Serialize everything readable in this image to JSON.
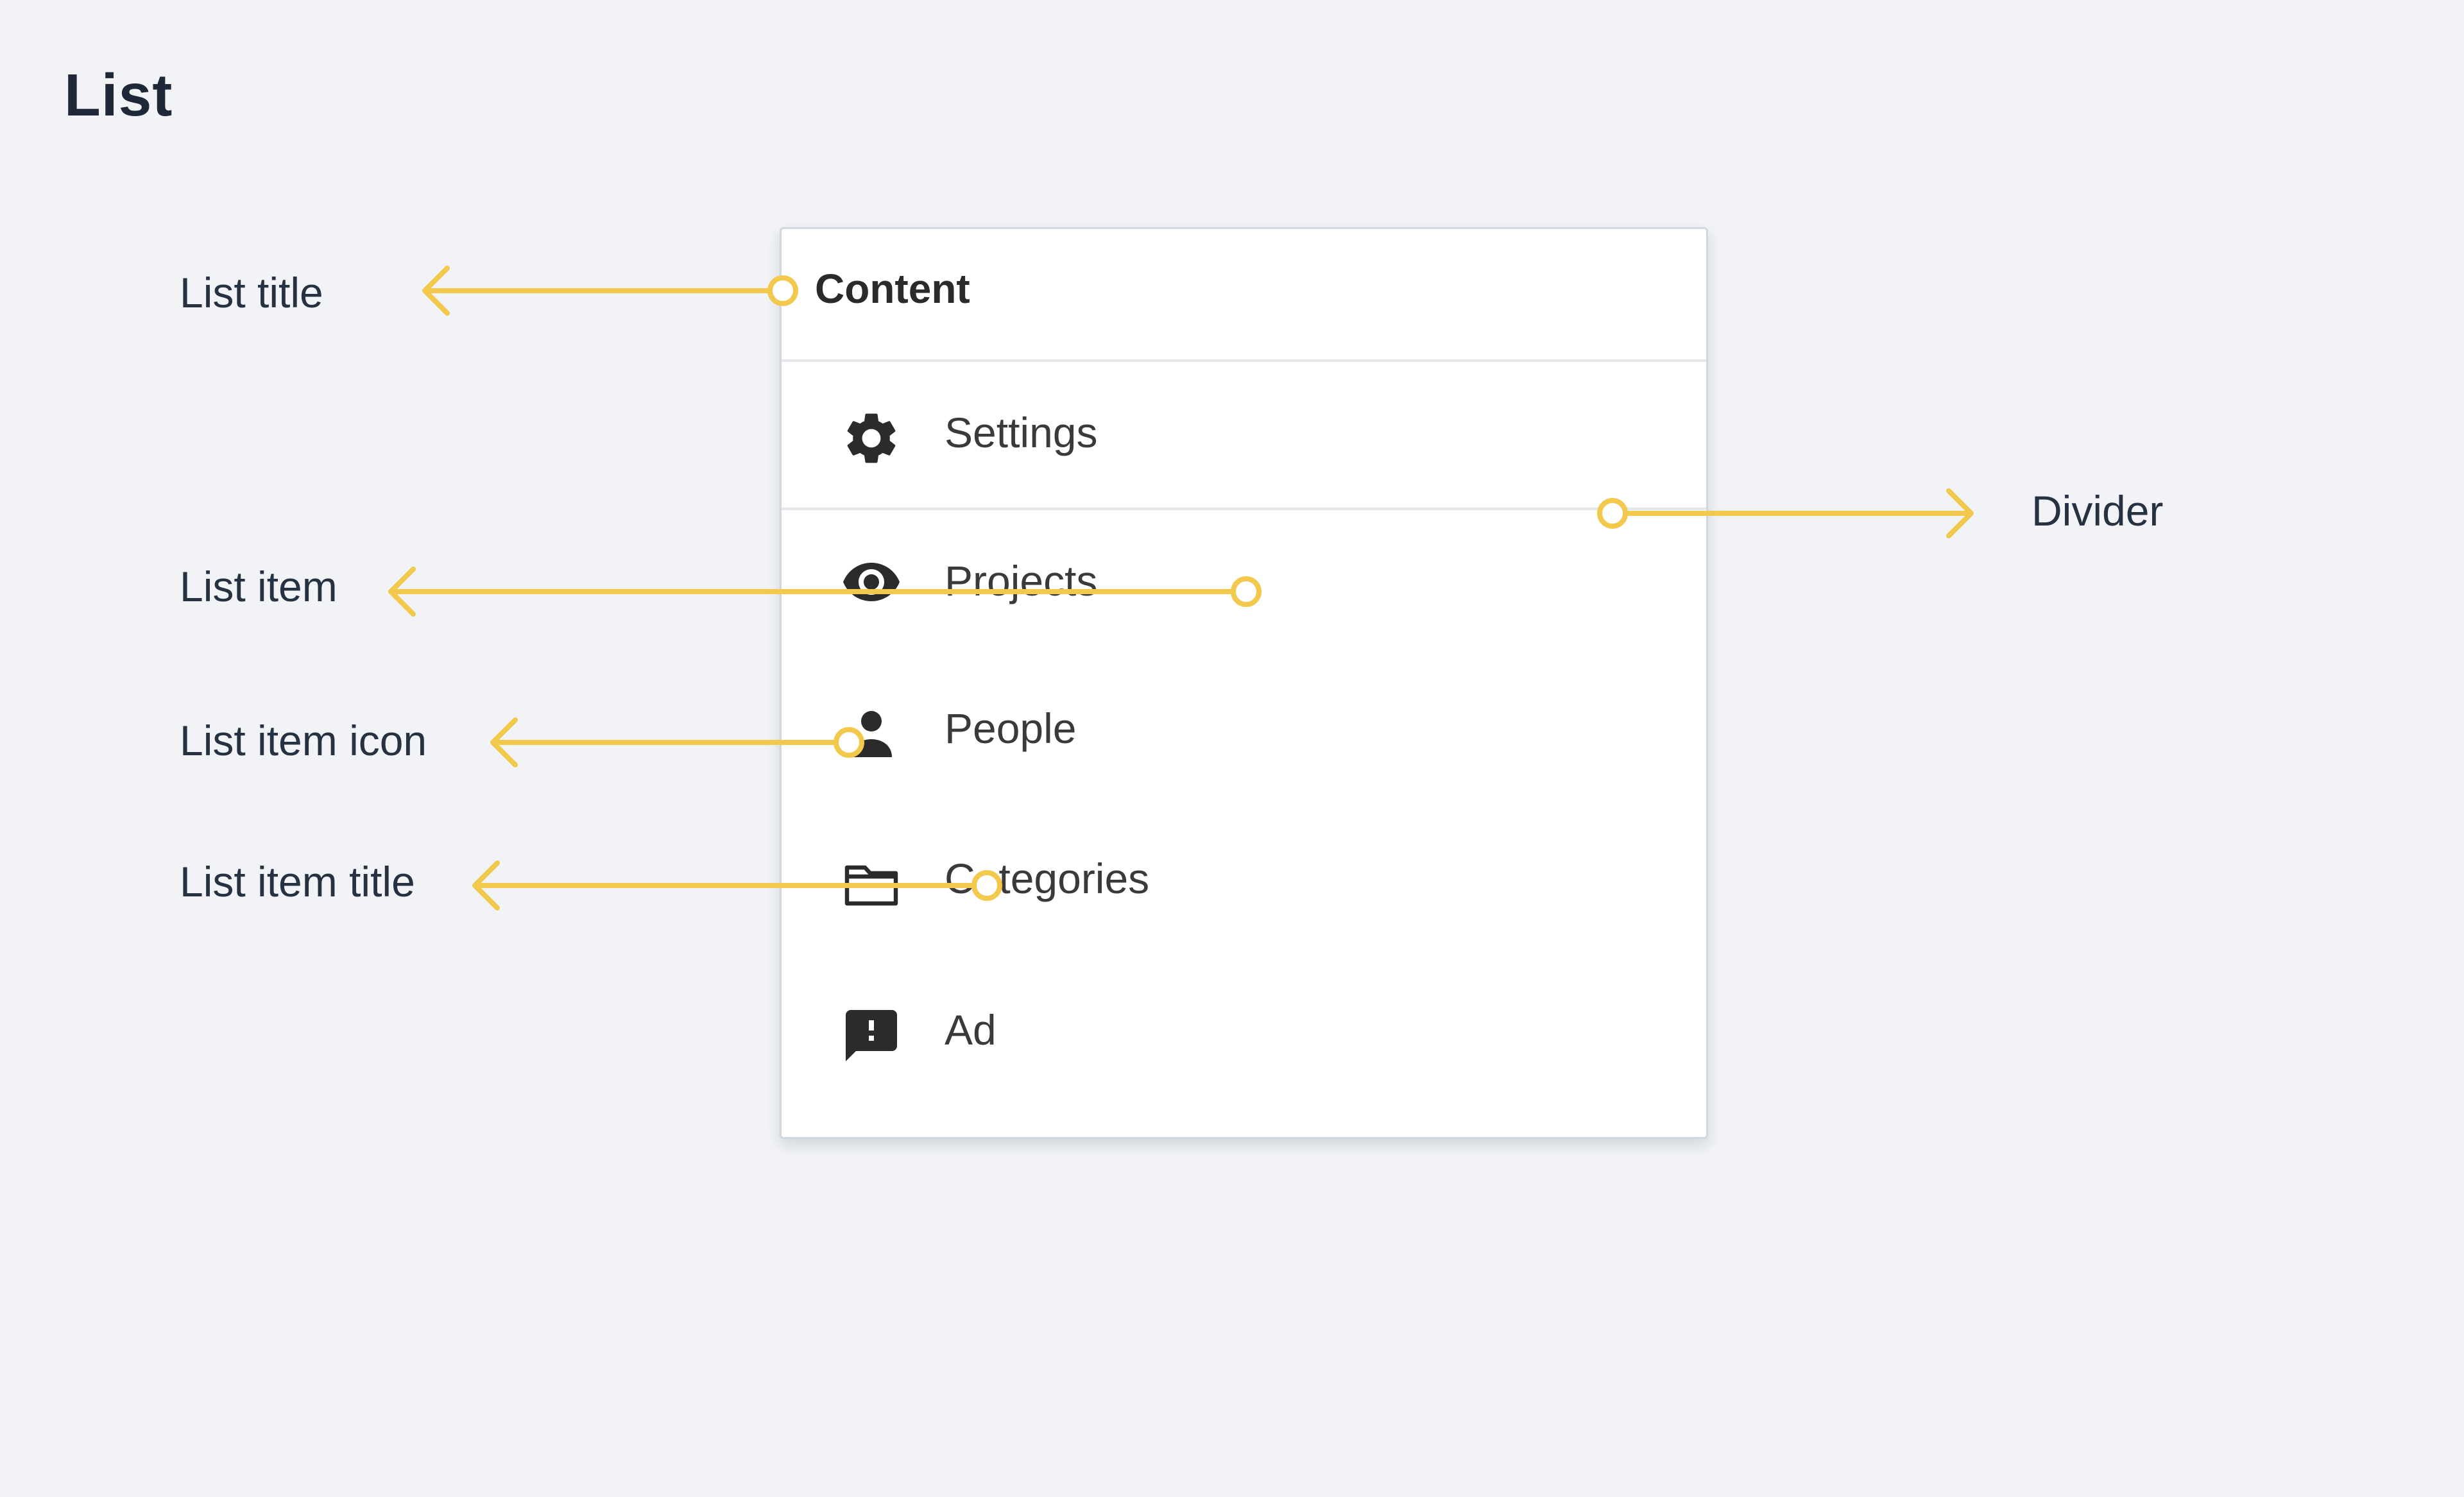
{
  "page": {
    "title": "List"
  },
  "list": {
    "title": "Content",
    "items": [
      {
        "label": "Settings",
        "icon": "gear-icon"
      },
      {
        "label": "Projects",
        "icon": "eye-icon"
      },
      {
        "label": "People",
        "icon": "person-icon"
      },
      {
        "label": "Categories",
        "icon": "folder-icon"
      },
      {
        "label": "Ad",
        "icon": "feedback-icon"
      }
    ]
  },
  "annotations": {
    "list_title": "List title",
    "list_item": "List item",
    "list_item_icon": "List item icon",
    "list_item_title": "List item title",
    "divider": "Divider"
  },
  "colors": {
    "background": "#f1f3f6",
    "callout": "#f2c94c",
    "text": "#1e2838"
  }
}
